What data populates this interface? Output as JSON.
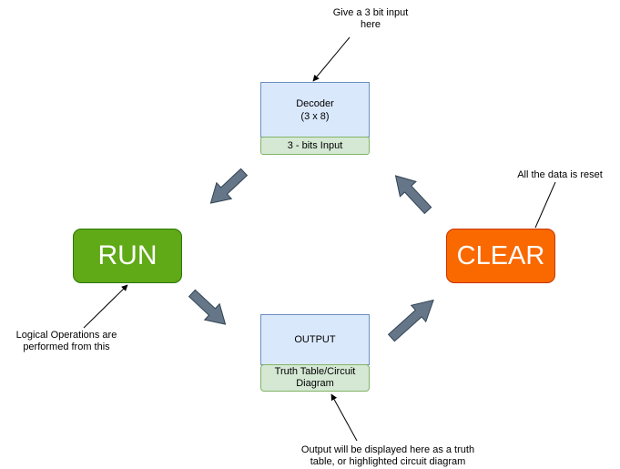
{
  "diagram": {
    "decoder": {
      "title": "Decoder",
      "subtitle": "(3 x 8)",
      "footer": "3 - bits Input"
    },
    "output": {
      "title": "OUTPUT",
      "footer": "Truth Table/Circuit Diagram"
    },
    "run": {
      "label": "RUN"
    },
    "clear": {
      "label": "CLEAR"
    },
    "notes": {
      "decoder_note": "Give a 3 bit input here",
      "clear_note": "All the data is reset",
      "run_note": "Logical Operations are performed from this",
      "output_note": "Output will be displayed here as a truth table, or highlighted circuit diagram"
    }
  },
  "colors": {
    "run_fill": "#60a917",
    "clear_fill": "#fa6800",
    "box_fill": "#dae8fc",
    "footer_fill": "#d5e8d4",
    "arrow_fill": "#647687"
  }
}
